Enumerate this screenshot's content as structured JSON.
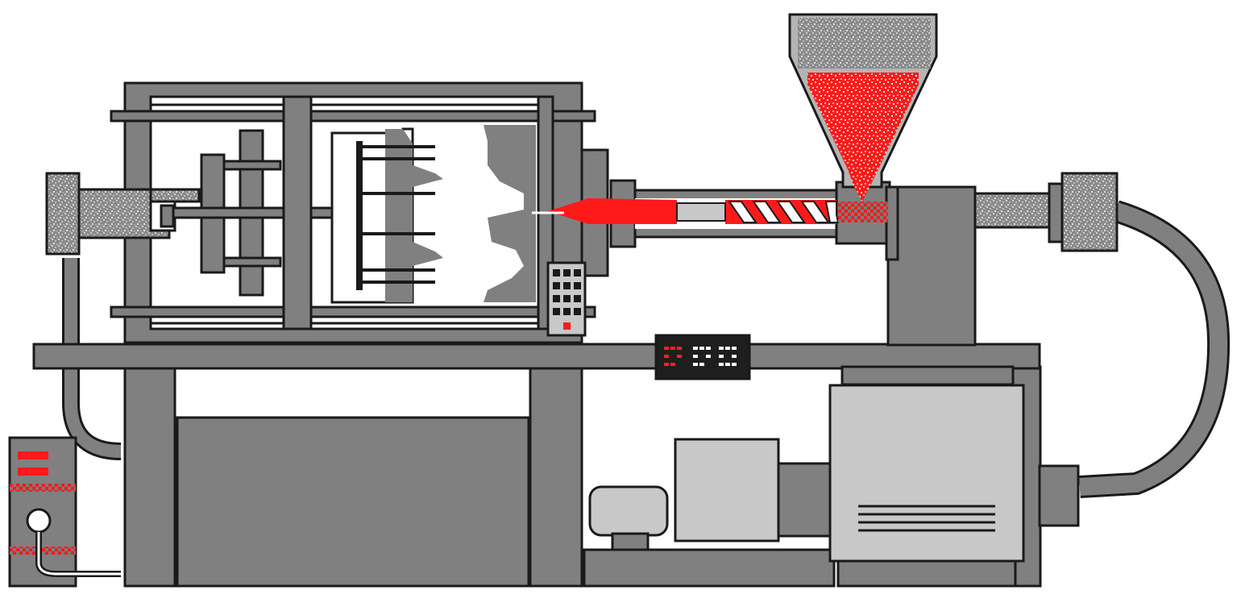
{
  "illustration": {
    "subject": "injection-molding-machine",
    "labels": []
  },
  "colors": {
    "background": "#ffffff",
    "outline": "#1a1a1a",
    "frame": "#808080",
    "frame_dark": "#6e6e6e",
    "panel_light": "#c8c8c8",
    "cavity": "#ffffff",
    "plastic": "#ff1a1a",
    "display_bg": "#1e1e1e",
    "display_led_red": "#ff2020",
    "display_led_white": "#ffffff"
  },
  "control_panel": {
    "keypad_rows": 4,
    "keypad_cols": 3,
    "active_key": [
      3,
      1
    ]
  }
}
